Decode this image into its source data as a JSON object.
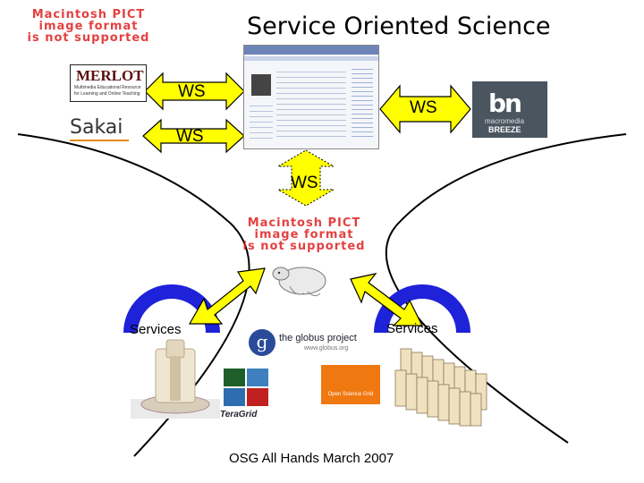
{
  "slide": {
    "title": "Service Oriented Science",
    "footer": "OSG All Hands March 2007"
  },
  "pict_notice": {
    "lines": [
      "Macintosh PICT",
      "image format",
      "is not supported"
    ]
  },
  "connectors": {
    "ws_label": "WS",
    "services_label": "Services"
  },
  "logos": {
    "merlot": {
      "name": "MERLOT",
      "tagline1": "Multimedia Educational Resource",
      "tagline2": "for Learning and Online Teaching"
    },
    "sakai": {
      "name": "Sakai"
    },
    "breeze": {
      "brand": "macromedia",
      "product": "BREEZE"
    },
    "globus": {
      "name": "the globus project",
      "url": "www.globus.org"
    },
    "osg": {
      "name": "Open Science Grid"
    },
    "teragrid": {
      "name": "TeraGrid"
    }
  },
  "colors": {
    "arrow_fill": "#ffff00",
    "arrow_stroke": "#000000",
    "arc_fill": "#1e22d8",
    "pict_text": "#e02020",
    "breeze_bg": "#4a5560",
    "osg_orange": "#f07810",
    "globus_blue": "#2a4a9a"
  }
}
